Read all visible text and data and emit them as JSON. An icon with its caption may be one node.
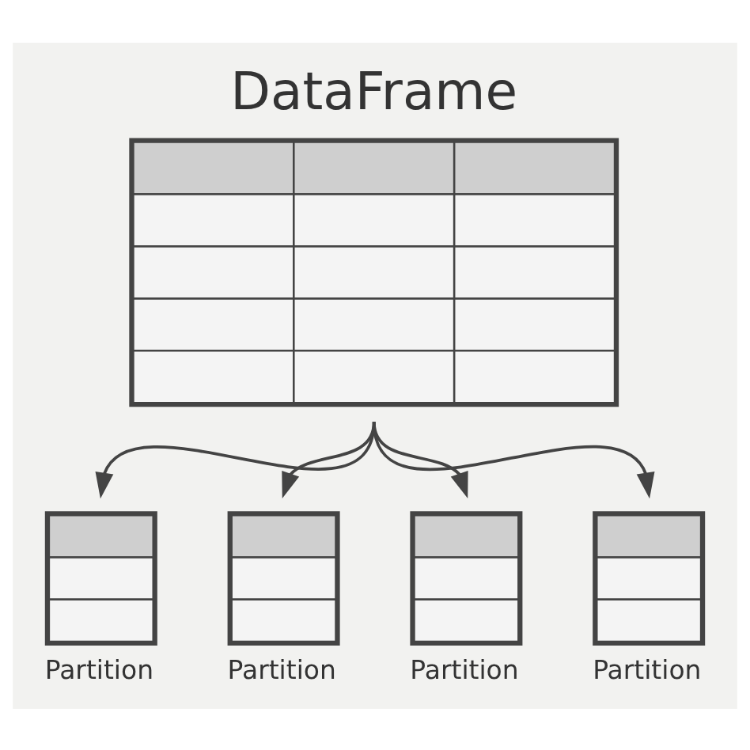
{
  "diagram": {
    "nodes": [
      {
        "text": [
          "DataFrame"
        ]
      },
      {
        "text": [
          "Partition"
        ]
      },
      {
        "text": [
          "Partition"
        ]
      },
      {
        "text": [
          "Partition"
        ]
      },
      {
        "text": [
          "Partition"
        ]
      }
    ],
    "edges": [
      {
        "from": 0,
        "to": 1,
        "arrow": "to"
      },
      {
        "from": 0,
        "to": 2,
        "arrow": "to"
      },
      {
        "from": 0,
        "to": 3,
        "arrow": "to"
      },
      {
        "from": 0,
        "to": 4,
        "arrow": "to"
      }
    ]
  }
}
